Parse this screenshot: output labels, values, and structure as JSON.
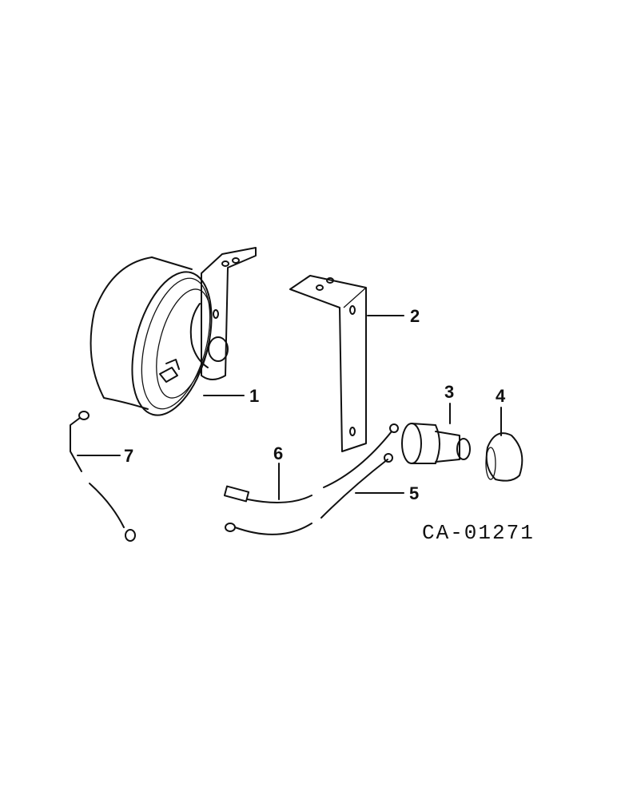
{
  "diagram": {
    "callouts": [
      {
        "id": "1",
        "label": "1"
      },
      {
        "id": "2",
        "label": "2"
      },
      {
        "id": "3",
        "label": "3"
      },
      {
        "id": "4",
        "label": "4"
      },
      {
        "id": "5",
        "label": "5"
      },
      {
        "id": "6",
        "label": "6"
      },
      {
        "id": "7",
        "label": "7"
      }
    ],
    "drawing_number": "CA-01271"
  }
}
